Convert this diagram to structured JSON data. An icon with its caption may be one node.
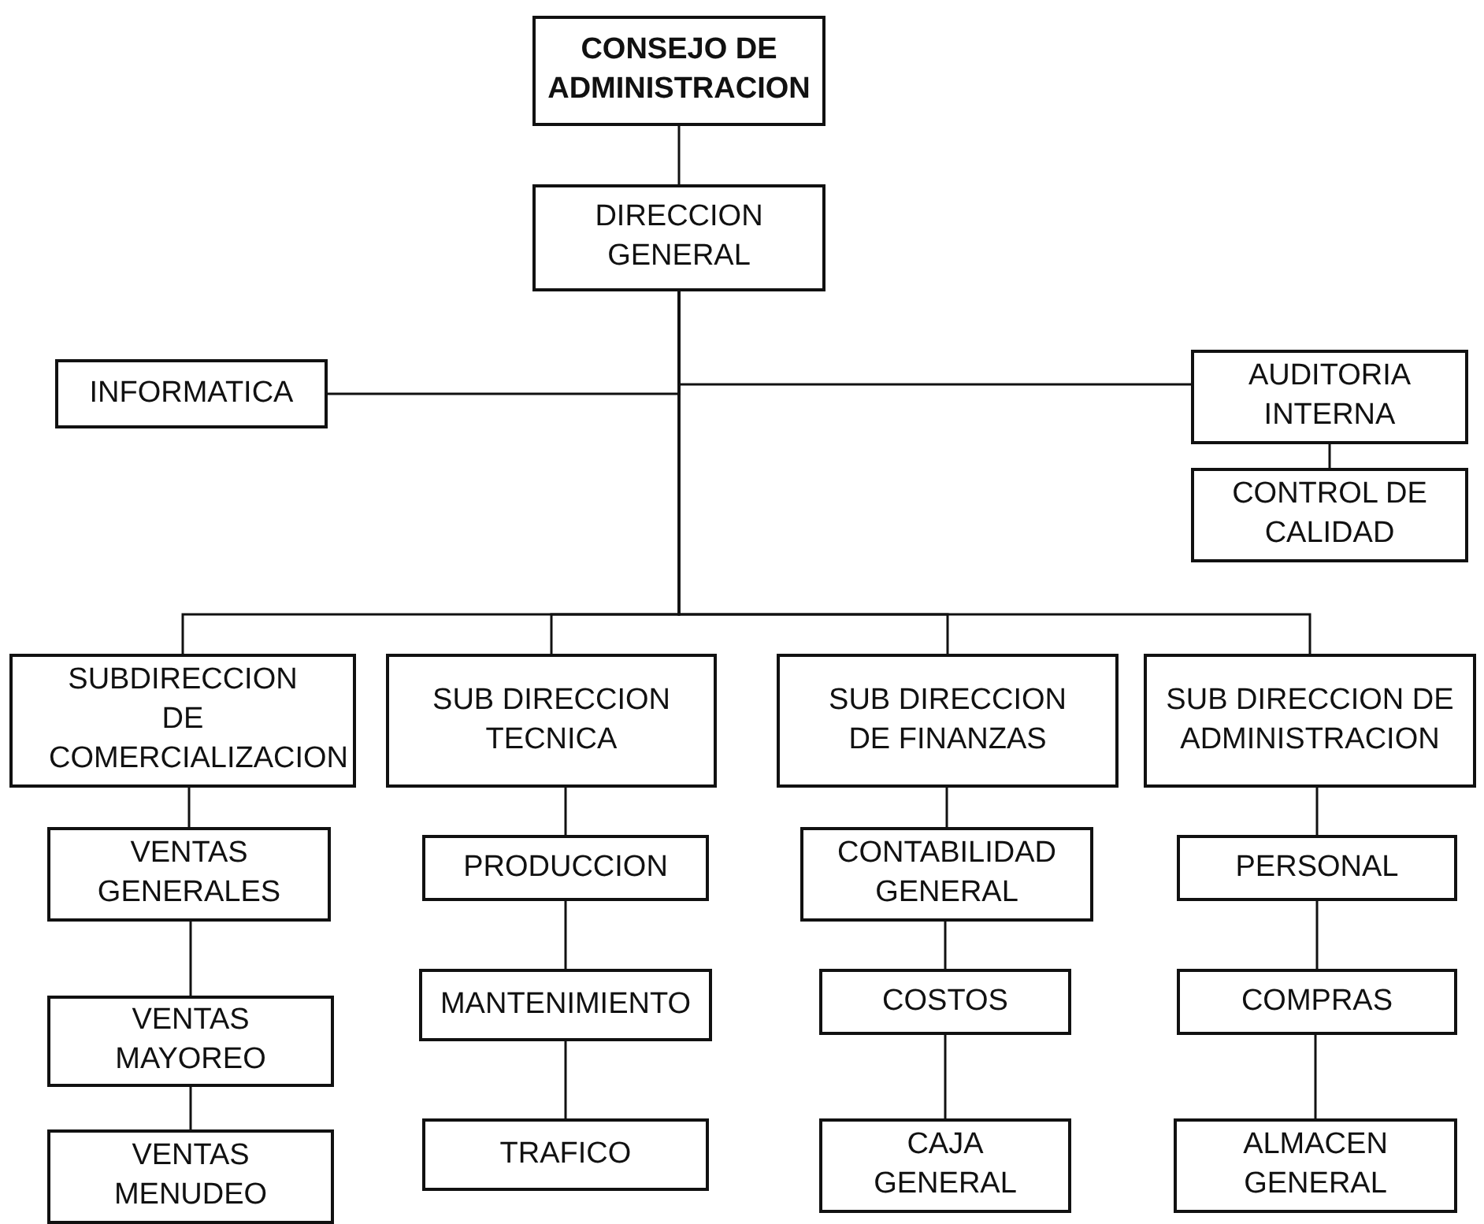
{
  "diagram": {
    "nodes": [
      {
        "text": [
          "CONSEJO DE ADMINISTRACION"
        ]
      },
      {
        "text": [
          "DIRECCION GENERAL"
        ]
      },
      {
        "text": [
          "INFORMATICA"
        ]
      },
      {
        "text": [
          "AUDITORIA INTERNA"
        ]
      },
      {
        "text": [
          "CONTROL DE CALIDAD"
        ]
      },
      {
        "text": [
          "SUBDIRECCION DE COMERCIALIZACION"
        ]
      },
      {
        "text": [
          "SUB DIRECCION TECNICA"
        ]
      },
      {
        "text": [
          "SUB DIRECCION DE FINANZAS"
        ]
      },
      {
        "text": [
          "SUB DIRECCION DE ADMINISTRACION"
        ]
      },
      {
        "text": [
          "VENTAS GENERALES"
        ]
      },
      {
        "text": [
          "VENTAS MAYOREO"
        ]
      },
      {
        "text": [
          "VENTAS MENUDEO"
        ]
      },
      {
        "text": [
          "PRODUCCION"
        ]
      },
      {
        "text": [
          "MANTENIMIENTO"
        ]
      },
      {
        "text": [
          "TRAFICO"
        ]
      },
      {
        "text": [
          "CONTABILIDAD GENERAL"
        ]
      },
      {
        "text": [
          "COSTOS"
        ]
      },
      {
        "text": [
          "CAJA GENERAL"
        ]
      },
      {
        "text": [
          "PERSONAL"
        ]
      },
      {
        "text": [
          "COMPRAS"
        ]
      },
      {
        "text": [
          "ALMACEN GENERAL"
        ]
      }
    ],
    "edges": [
      {
        "from": 0,
        "to": 1,
        "arrow": "none"
      },
      {
        "from": 1,
        "to": 2,
        "arrow": "none"
      },
      {
        "from": 1,
        "to": 3,
        "arrow": "none"
      },
      {
        "from": 3,
        "to": 4,
        "arrow": "none"
      },
      {
        "from": 1,
        "to": 5,
        "arrow": "none"
      },
      {
        "from": 1,
        "to": 6,
        "arrow": "none"
      },
      {
        "from": 1,
        "to": 7,
        "arrow": "none"
      },
      {
        "from": 1,
        "to": 8,
        "arrow": "none"
      },
      {
        "from": 5,
        "to": 9,
        "arrow": "none"
      },
      {
        "from": 9,
        "to": 10,
        "arrow": "none"
      },
      {
        "from": 10,
        "to": 11,
        "arrow": "none"
      },
      {
        "from": 6,
        "to": 12,
        "arrow": "none"
      },
      {
        "from": 12,
        "to": 13,
        "arrow": "none"
      },
      {
        "from": 13,
        "to": 14,
        "arrow": "none"
      },
      {
        "from": 7,
        "to": 15,
        "arrow": "none"
      },
      {
        "from": 15,
        "to": 16,
        "arrow": "none"
      },
      {
        "from": 16,
        "to": 17,
        "arrow": "none"
      },
      {
        "from": 8,
        "to": 18,
        "arrow": "none"
      },
      {
        "from": 18,
        "to": 19,
        "arrow": "none"
      },
      {
        "from": 19,
        "to": 20,
        "arrow": "none"
      }
    ]
  }
}
